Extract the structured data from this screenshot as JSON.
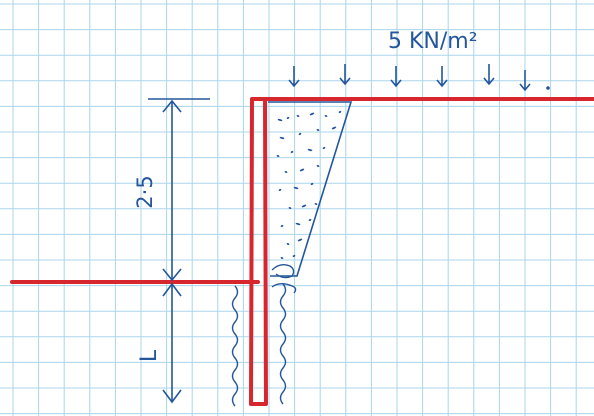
{
  "surcharge": {
    "label": "5 KN/m²"
  },
  "dimensions": {
    "retained_height": "2·5",
    "embedment": "L"
  },
  "colors": {
    "paper": "#ffffff",
    "grid": "#a9d6ea",
    "wall": "#d8262f",
    "ink": "#24569b"
  },
  "icons": {
    "load_arrow": "down-arrow-icon",
    "soil_fill": "stipple-pattern",
    "passive_soil": "wavy-hatching"
  }
}
